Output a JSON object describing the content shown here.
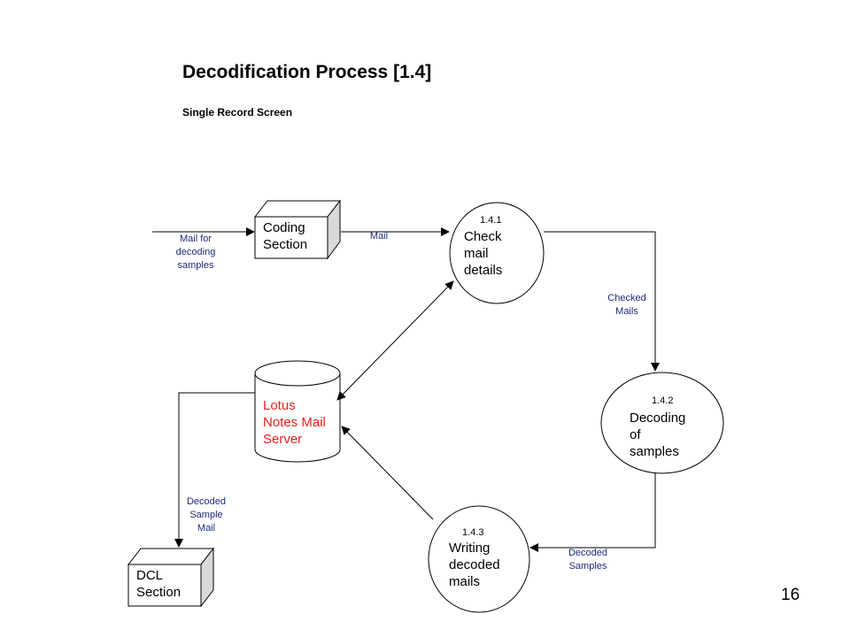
{
  "title": "Decodification Process [1.4]",
  "subtitle": "Single Record Screen",
  "page_number": "16",
  "colors": {
    "flow_label": "#1f2a7a",
    "store_label": "#e8201a",
    "outline": "#000000",
    "box_side": "#d9d9d9"
  },
  "entities": {
    "coding_section": "Coding\nSection",
    "dcl_section": "DCL\nSection"
  },
  "processes": {
    "check_mail": {
      "number": "1.4.1",
      "label": "Check\nmail\ndetails"
    },
    "decoding": {
      "number": "1.4.2",
      "label": "Decoding\nof\nsamples"
    },
    "writing": {
      "number": "1.4.3",
      "label": "Writing\ndecoded\nmails"
    }
  },
  "data_store": {
    "label": "Lotus\nNotes Mail\nServer"
  },
  "flows": {
    "mail_for_decoding": "Mail for\ndecoding\nsamples",
    "mail": "Mail",
    "checked_mails": "Checked\nMails",
    "decoded_samples": "Decoded\nSamples",
    "decoded_sample_mail": "Decoded\nSample\nMail"
  }
}
